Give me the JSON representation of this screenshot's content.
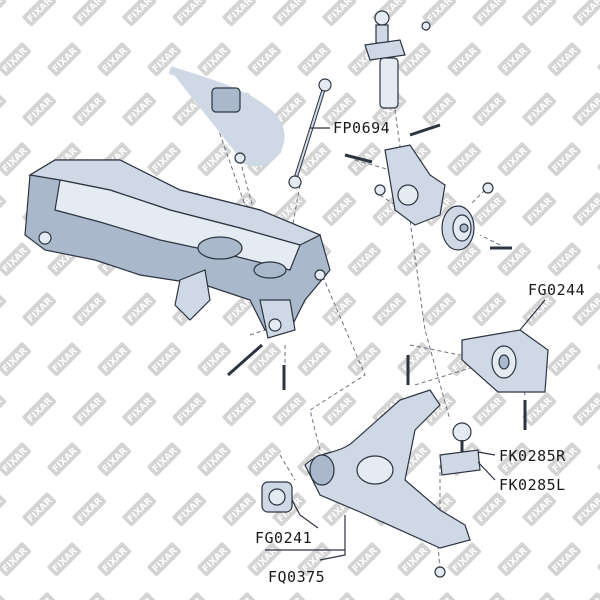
{
  "watermark": {
    "text": "FIXAR"
  },
  "labels": {
    "fp0694": "FP0694",
    "fg0244": "FG0244",
    "fk0285r": "FK0285R",
    "fk0285l": "FK0285L",
    "fg0241": "FG0241",
    "fq0375": "FQ0375"
  },
  "colors": {
    "metal": "#cfd9e6",
    "outline": "#2c3440",
    "watermark": "#d4d4d4"
  }
}
